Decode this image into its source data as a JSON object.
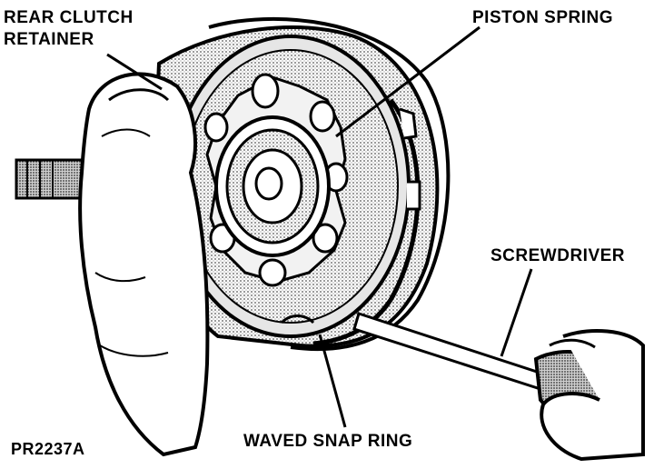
{
  "labels": {
    "rear_clutch_line1": "REAR CLUTCH",
    "rear_clutch_line2": "RETAINER",
    "piston_spring": "PISTON SPRING",
    "screwdriver": "SCREWDRIVER",
    "waved_snap_ring": "WAVED SNAP RING",
    "figure_id": "PR2237A"
  },
  "colors": {
    "ink": "#000000",
    "paper": "#ffffff",
    "shade": "#9a9a9a",
    "light_shade": "#d2d2d2"
  }
}
